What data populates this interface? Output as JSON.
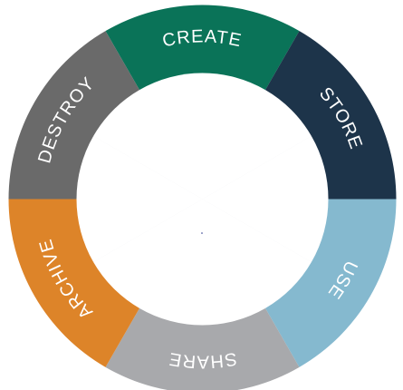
{
  "diagram": {
    "segments": [
      {
        "id": "create",
        "label": "CREATE",
        "color": "#0a7358"
      },
      {
        "id": "store",
        "label": "STORE",
        "color": "#1d344a"
      },
      {
        "id": "use",
        "label": "USE",
        "color": "#85b9cf"
      },
      {
        "id": "share",
        "label": "SHARE",
        "color": "#a8a9ac"
      },
      {
        "id": "archive",
        "label": "ARCHIVE",
        "color": "#dd8429"
      },
      {
        "id": "destroy",
        "label": "DESTROY",
        "color": "#6a6a6a"
      }
    ],
    "inner_colors": {
      "light": "#e8e9eb",
      "white": "#ffffff"
    }
  }
}
